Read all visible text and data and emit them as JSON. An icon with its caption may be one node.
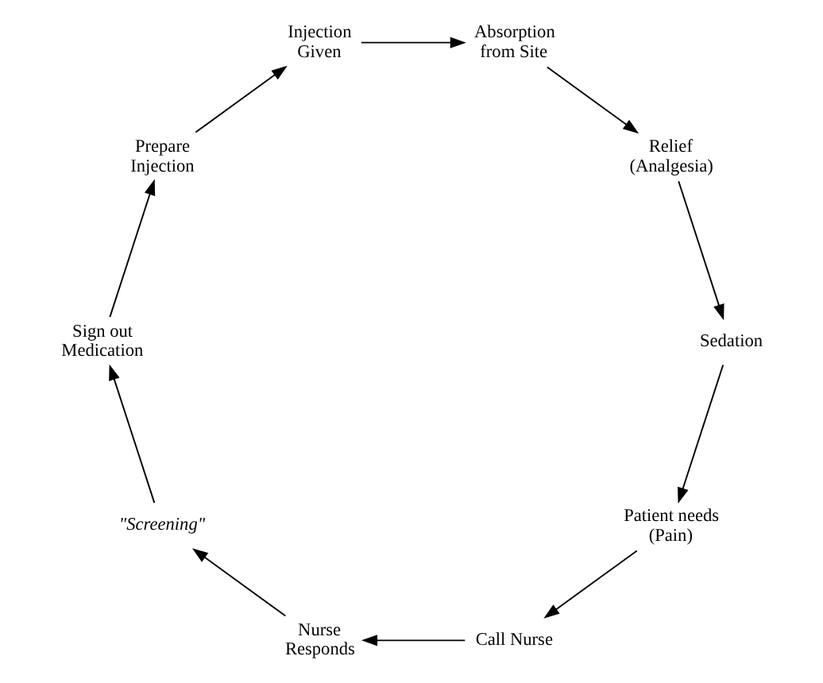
{
  "diagram": {
    "nodes": [
      {
        "text": [
          "Patient needs (Pain)"
        ]
      },
      {
        "text": [
          "Call Nurse"
        ]
      },
      {
        "text": [
          "Nurse Responds"
        ]
      },
      {
        "text": [
          "\"Screening\""
        ]
      },
      {
        "text": [
          "Sign out Medication"
        ]
      },
      {
        "text": [
          "Prepare Injection"
        ]
      },
      {
        "text": [
          "Injection Given"
        ]
      },
      {
        "text": [
          "Absorption from Site"
        ]
      },
      {
        "text": [
          "Relief (Analgesia)"
        ]
      },
      {
        "text": [
          "Sedation"
        ]
      }
    ],
    "edges": [
      {
        "from": 0,
        "to": 1,
        "arrow": "to"
      },
      {
        "from": 1,
        "to": 2,
        "arrow": "to"
      },
      {
        "from": 2,
        "to": 3,
        "arrow": "to"
      },
      {
        "from": 3,
        "to": 4,
        "arrow": "to"
      },
      {
        "from": 4,
        "to": 5,
        "arrow": "to"
      },
      {
        "from": 5,
        "to": 6,
        "arrow": "to"
      },
      {
        "from": 6,
        "to": 7,
        "arrow": "to"
      },
      {
        "from": 7,
        "to": 8,
        "arrow": "to"
      },
      {
        "from": 8,
        "to": 9,
        "arrow": "to"
      },
      {
        "from": 9,
        "to": 0,
        "arrow": "to"
      }
    ]
  }
}
